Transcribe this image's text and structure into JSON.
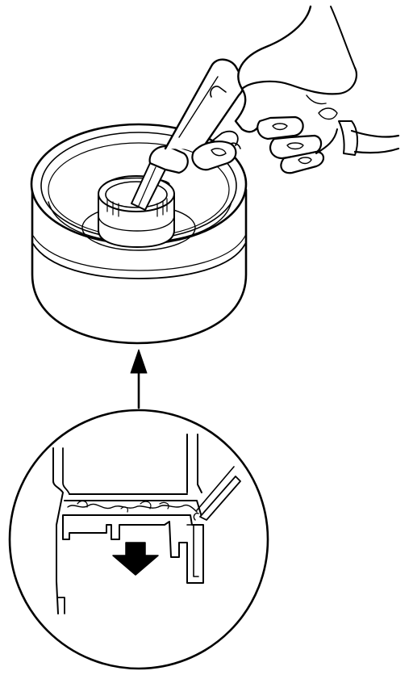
{
  "figure": {
    "colors": {
      "line": "#000000",
      "fill": "#ffffff"
    },
    "icons": [
      "gloved-hand",
      "air-blow-gun",
      "drum-housing",
      "splined-hub",
      "connector-arrow-up",
      "detail-magnifier-circle",
      "cross-section-detail",
      "downward-arrow"
    ]
  }
}
